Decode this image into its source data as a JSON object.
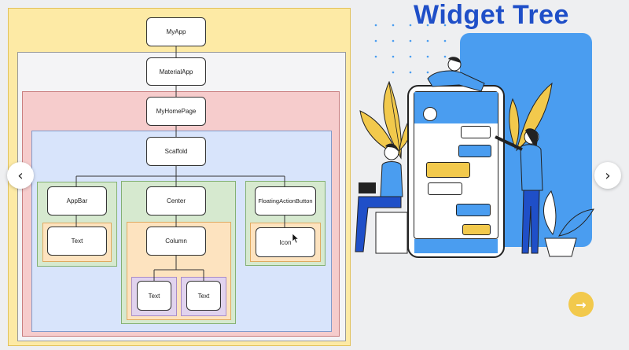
{
  "slide": {
    "title": "Widget Tree",
    "colors": {
      "title": "#1f4fc8",
      "accent_blue": "#4a9df0",
      "accent_yellow": "#f2c94c"
    }
  },
  "tree": {
    "nodes": {
      "myapp": "MyApp",
      "materialapp": "MaterialApp",
      "myhomepage": "MyHomePage",
      "scaffold": "Scaffold",
      "appbar": "AppBar",
      "appbar_text": "Text",
      "center": "Center",
      "column": "Column",
      "column_text_1": "Text",
      "column_text_2": "Text",
      "fab": "FloatingActionButton",
      "icon": "Icon"
    }
  },
  "controls": {
    "prev_icon": "chevron-left-icon",
    "prev_glyph": "‹",
    "next_icon": "chevron-right-icon",
    "next_glyph": "›",
    "advance_icon": "arrow-right-icon",
    "advance_glyph": "→"
  }
}
